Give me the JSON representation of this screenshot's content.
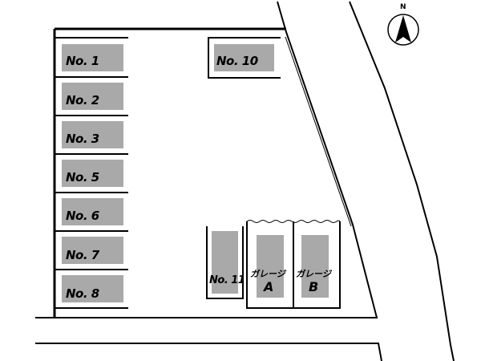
{
  "compass": {
    "north_label": "N"
  },
  "stalls": [
    {
      "id": "1",
      "label": "No. 1"
    },
    {
      "id": "2",
      "label": "No. 2"
    },
    {
      "id": "3",
      "label": "No. 3"
    },
    {
      "id": "5",
      "label": "No. 5"
    },
    {
      "id": "6",
      "label": "No. 6"
    },
    {
      "id": "7",
      "label": "No. 7"
    },
    {
      "id": "8",
      "label": "No. 8"
    },
    {
      "id": "10",
      "label": "No. 10"
    },
    {
      "id": "11",
      "label": "No. 11"
    }
  ],
  "garages": [
    {
      "id": "A",
      "title": "ガレージ",
      "letter": "A"
    },
    {
      "id": "B",
      "title": "ガレージ",
      "letter": "B"
    }
  ],
  "colors": {
    "stall_fill": "#a9a9a9",
    "line": "#000000",
    "background": "#ffffff"
  }
}
